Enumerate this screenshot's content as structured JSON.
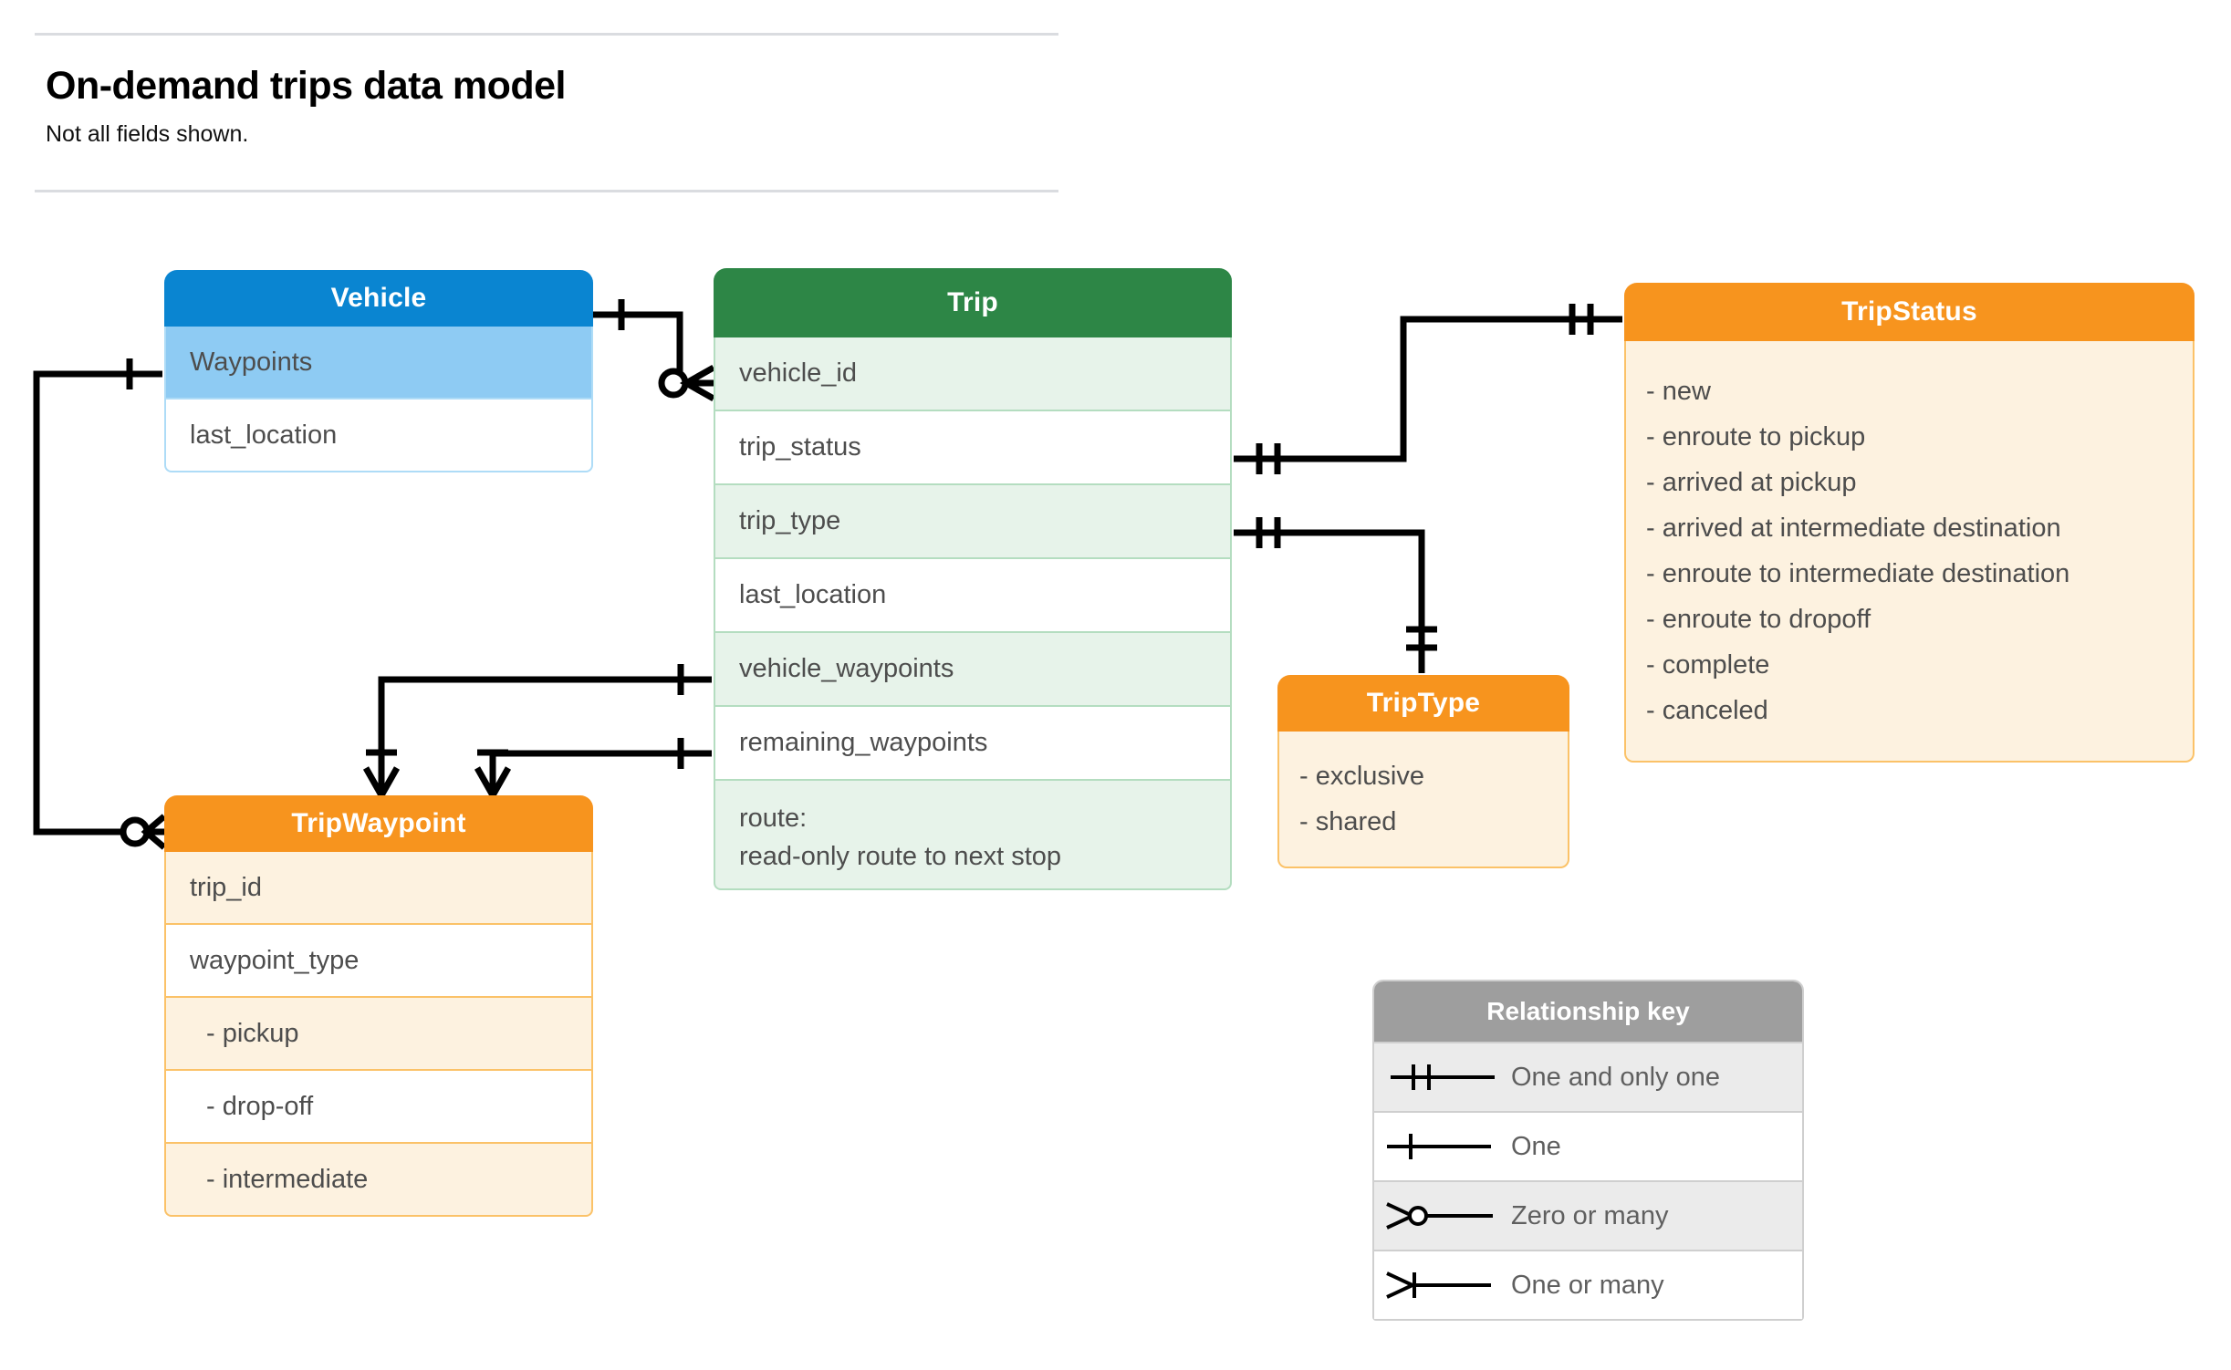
{
  "header": {
    "title": "On-demand trips data model",
    "subtitle": "Not all fields shown."
  },
  "entities": {
    "vehicle": {
      "name": "Vehicle",
      "color": "#0a85d1",
      "fields": [
        {
          "label": "Waypoints"
        },
        {
          "label": "last_location"
        }
      ]
    },
    "trip": {
      "name": "Trip",
      "color": "#2d8646",
      "fields": [
        {
          "label": "vehicle_id"
        },
        {
          "label": "trip_status"
        },
        {
          "label": "trip_type"
        },
        {
          "label": "last_location"
        },
        {
          "label": "vehicle_waypoints"
        },
        {
          "label": "remaining_waypoints"
        }
      ],
      "route_line1": "route:",
      "route_line2": "read-only route to next stop"
    },
    "tripwaypoint": {
      "name": "TripWaypoint",
      "color": "#f7941e",
      "fields": [
        {
          "label": "trip_id"
        },
        {
          "label": "waypoint_type"
        },
        {
          "label": "-  pickup"
        },
        {
          "label": "-  drop-off"
        },
        {
          "label": "-  intermediate"
        }
      ]
    },
    "tripstatus": {
      "name": "TripStatus",
      "color": "#f7941e",
      "values": [
        "- new",
        "- enroute to pickup",
        "- arrived at pickup",
        "- arrived at intermediate destination",
        "- enroute to intermediate destination",
        "- enroute to dropoff",
        "- complete",
        "- canceled"
      ]
    },
    "triptype": {
      "name": "TripType",
      "color": "#f7941e",
      "values": [
        "- exclusive",
        "- shared"
      ]
    }
  },
  "legend": {
    "title": "Relationship key",
    "rows": [
      {
        "symbol": "one-and-only-one-icon",
        "label": "One and only one"
      },
      {
        "symbol": "one-icon",
        "label": "One"
      },
      {
        "symbol": "zero-or-many-icon",
        "label": "Zero or many"
      },
      {
        "symbol": "one-or-many-icon",
        "label": "One or many"
      }
    ]
  }
}
